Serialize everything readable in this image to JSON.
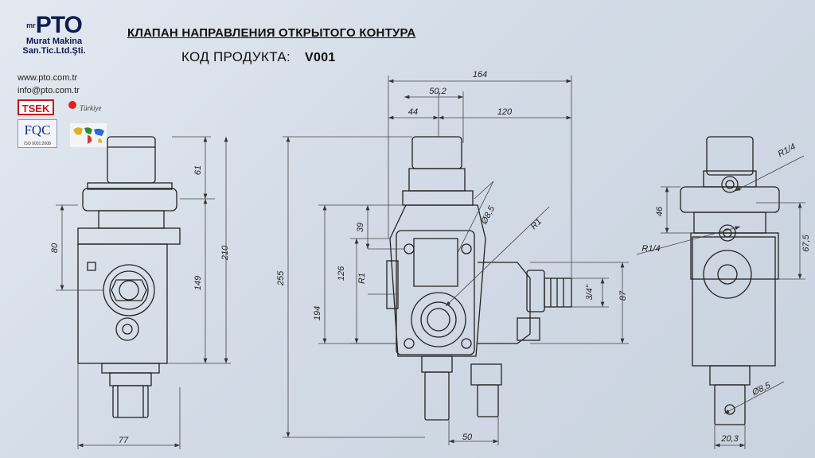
{
  "brand": {
    "logo": "PTO",
    "logo_prefix": "mr",
    "company_line1": "Murat Makina",
    "company_line2": "San.Tic.Ltd.Şti."
  },
  "contact": {
    "website": "www.pto.com.tr",
    "email": "info@pto.com.tr"
  },
  "badges": {
    "tsek": "TSEK",
    "fqc": "FQC",
    "fqc_sub": "ISO 9001:2008",
    "turkiye": "Türkiye"
  },
  "title": "КЛАПАН НАПРАВЛЕНИЯ ОТКРЫТОГО КОНТУРА",
  "product": {
    "label": "КОД ПРОДУКТА:",
    "code": "V001"
  },
  "dimensions": {
    "left": {
      "d61": "61",
      "d80": "80",
      "d210": "210",
      "d149": "149",
      "d77": "77"
    },
    "center": {
      "d164": "164",
      "d50_2": "50,2",
      "d44": "44",
      "d120": "120",
      "d255": "255",
      "d39": "39",
      "d126": "126",
      "dR1_v": "R1",
      "d194": "194",
      "dphi85": "Ø8,5",
      "dR1": "R1",
      "d3_4": "3/4\"",
      "d87": "87",
      "d50": "50"
    },
    "right": {
      "dR14_top": "R1/4",
      "d46": "46",
      "dR14_side": "R1/4",
      "d67_5": "67,5",
      "dphi85": "Ø8,5",
      "d20_3": "20,3"
    }
  }
}
